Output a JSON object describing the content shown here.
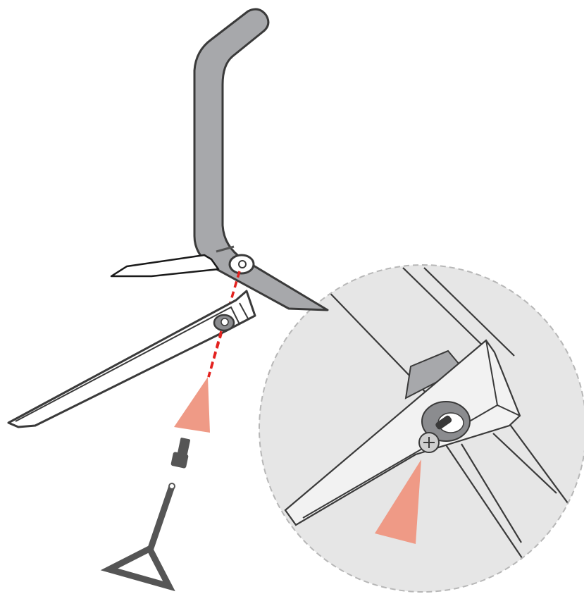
{
  "illustration": {
    "step": "monitor-stand-base-attachment",
    "parts": [
      "stand-neck",
      "stand-base",
      "thumbscrew",
      "hex-key"
    ],
    "detail_view": "zoomed-screw-tightening",
    "colors": {
      "background": "#ffffff",
      "neck_fill": "#a7a8ab",
      "outline": "#3a3a3a",
      "base_fill": "#ffffff",
      "guide_line": "#e3221f",
      "arrow": "#ef9a86",
      "zoom_fill": "#e6e6e6",
      "zoom_border": "#b7b7b7",
      "tool": "#555555"
    }
  }
}
